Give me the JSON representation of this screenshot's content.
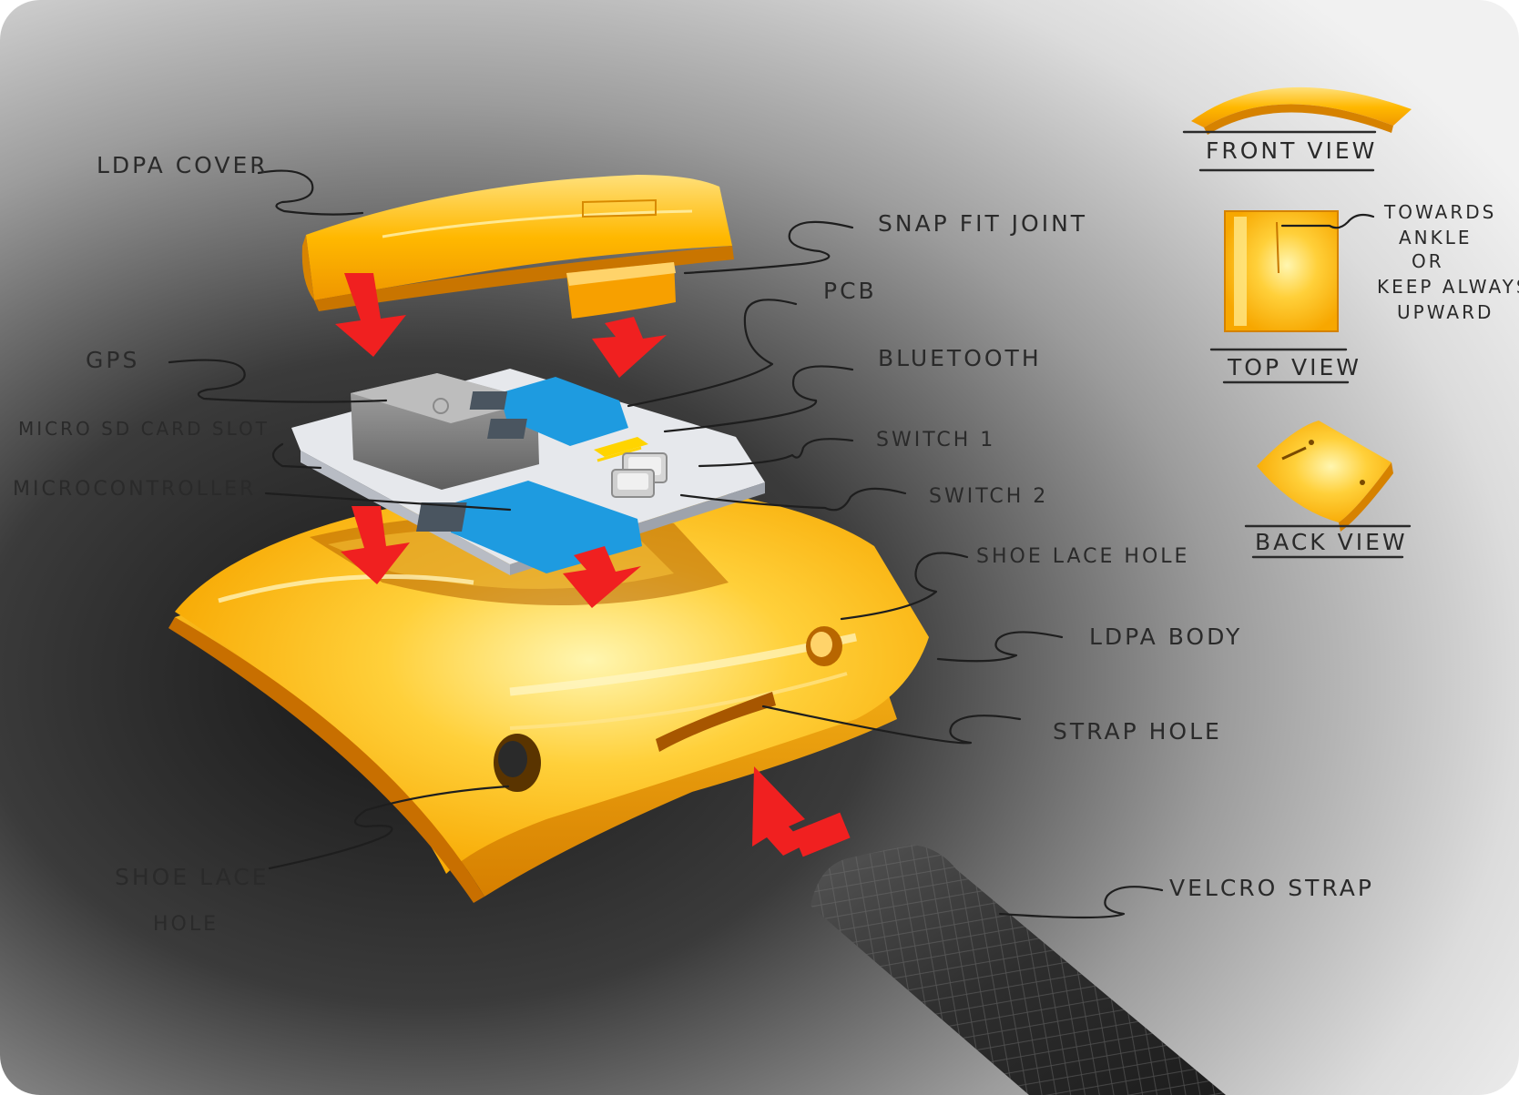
{
  "labels": {
    "ldpa_cover": "LDPA COVER",
    "snap_fit_joint": "SNAP FIT JOINT",
    "pcb": "PCB",
    "gps": "GPS",
    "bluetooth": "BLUETOOTH",
    "micro_sd_card_slot": "MICRO SD CARD SLOT",
    "switch_1": "SWITCH 1",
    "microcontroller": "MICROCONTROLLER",
    "switch_2": "SWITCH 2",
    "shoe_lace_hole_right": "SHOE LACE HOLE",
    "ldpa_body": "LDPA BODY",
    "strap_hole": "STRAP HOLE",
    "shoe_lace_hole_left_line1": "SHOE LACE",
    "shoe_lace_hole_left_line2": "HOLE",
    "velcro_strap": "VELCRO STRAP"
  },
  "views": {
    "front_view": "FRONT VIEW",
    "top_view": "TOP VIEW",
    "top_view_note": [
      "TOWARDS",
      "ANKLE",
      "OR",
      "KEEP ALWAYS",
      "UPWARD"
    ],
    "back_view": "BACK VIEW"
  },
  "colors": {
    "housing_orange": "#f7a700",
    "housing_highlight": "#ffe27a",
    "housing_dark": "#d47e00",
    "arrow_red": "#f02020",
    "pcb_white": "#e4e6ea",
    "chip_blue": "#1e9be0",
    "chip_dark": "#4a5560",
    "gps_grey": "#8a8a8a",
    "strap_dark": "#2f2f2f",
    "ink": "#1e1e1e"
  }
}
